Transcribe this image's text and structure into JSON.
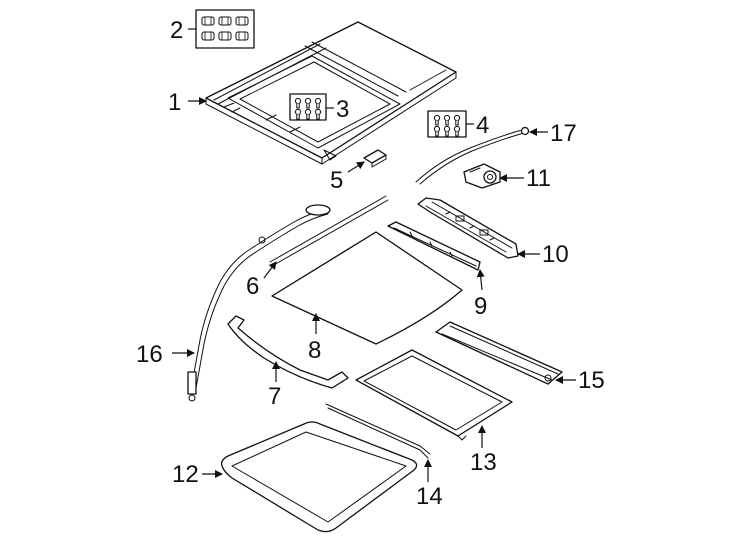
{
  "callouts": [
    {
      "num": "1"
    },
    {
      "num": "2"
    },
    {
      "num": "3"
    },
    {
      "num": "4"
    },
    {
      "num": "5"
    },
    {
      "num": "6"
    },
    {
      "num": "7"
    },
    {
      "num": "8"
    },
    {
      "num": "9"
    },
    {
      "num": "10"
    },
    {
      "num": "11"
    },
    {
      "num": "12"
    },
    {
      "num": "13"
    },
    {
      "num": "14"
    },
    {
      "num": "15"
    },
    {
      "num": "16"
    },
    {
      "num": "17"
    }
  ],
  "colors": {
    "line": "#111111",
    "background": "#ffffff"
  }
}
